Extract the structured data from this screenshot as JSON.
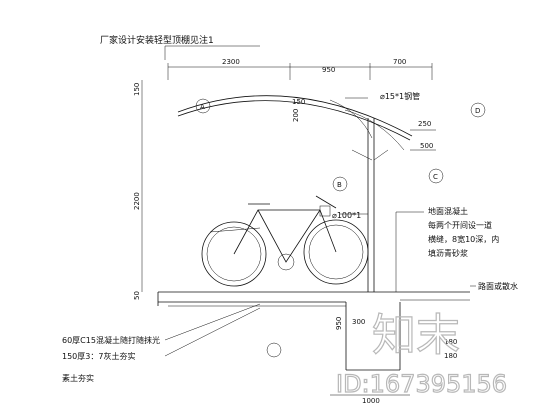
{
  "notes": {
    "canopy": "厂家设计安装轻型顶棚见注1",
    "pipe": "⌀15*1钢管",
    "post": "⌀100*1",
    "conc_top1": "地面混凝土",
    "conc_top2": "每两个开间设一道",
    "conc_top3": "横缝，8宽10深，内",
    "conc_top4": "填沥青砂浆",
    "road": "路面或散水",
    "layer1": "60厚C15混凝土随打随抹光",
    "layer2": "150厚3：7灰土夯实",
    "layer3": "素土夯实"
  },
  "dimensions": {
    "d2300": "2300",
    "d950": "950",
    "d700": "700",
    "d150": "150",
    "d200": "200",
    "d250": "250",
    "d500": "500",
    "d2200": "2200",
    "d950v": "950",
    "d300": "300",
    "d180a": "180",
    "d180b": "180",
    "d1000": "1000",
    "d50": "50"
  },
  "callouts": {
    "A": "A",
    "B": "B",
    "C": "C",
    "D": "D"
  },
  "watermark": {
    "brand": "知末",
    "id": "ID:167395156"
  }
}
